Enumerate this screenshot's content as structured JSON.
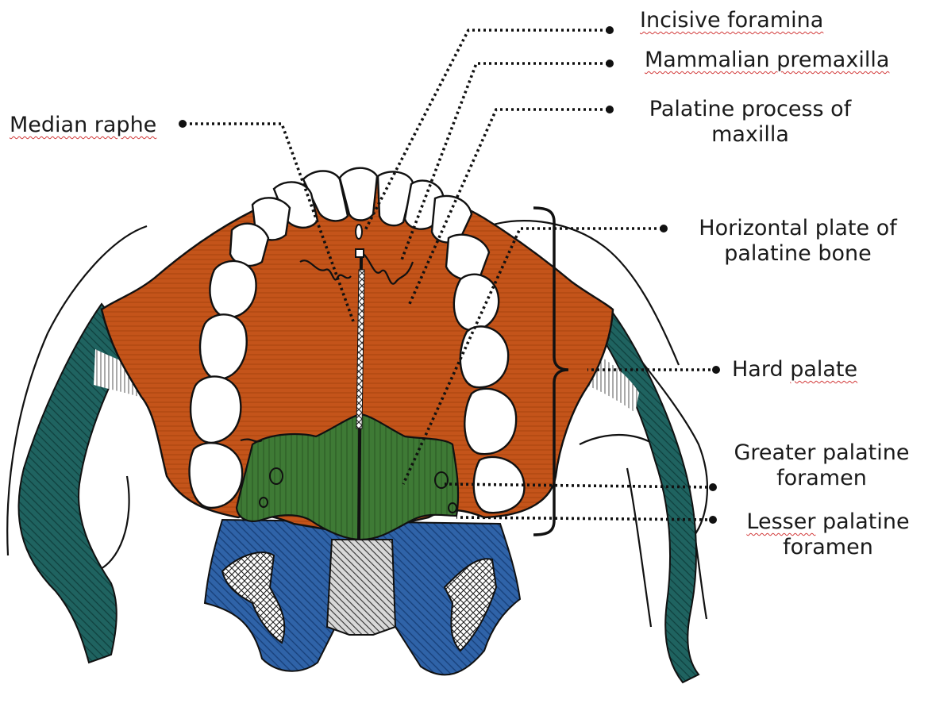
{
  "labels": {
    "incisive_foramina": "Incisive foramina",
    "mammalian_premaxilla": "Mammalian premaxilla",
    "palatine_process_l1": "Palatine process of",
    "palatine_process_l2": "maxilla",
    "median_raphe": "Median raphe",
    "horizontal_plate_l1": "Horizontal plate of",
    "horizontal_plate_l2": "palatine bone",
    "hard_palate": "Hard palate",
    "greater_palatine_l1": "Greater palatine",
    "greater_palatine_l2": "foramen",
    "lesser_palatine_l1": "Lesser palatine",
    "lesser_palatine_l2": "foramen"
  },
  "colors": {
    "maxilla": "#c4541a",
    "palatine_bone": "#3e7a35",
    "posterior_bone": "#2f63a8",
    "zygomatic_arch": "#1f6360",
    "teeth": "#ffffff",
    "ink": "#111111",
    "spellcheck_underline": "#d23a3a"
  },
  "icons": [
    "leader-dot",
    "bracket"
  ]
}
